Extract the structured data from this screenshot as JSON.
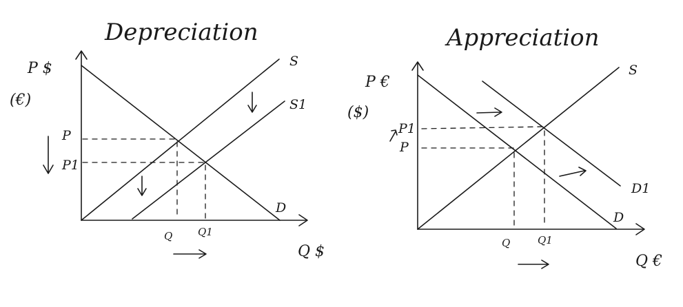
{
  "left_panel": {
    "title": "Depreciation",
    "y_axis_label": "P $",
    "y_axis_sublabel": "(€)",
    "x_axis_label": "Q $",
    "supply_label": "S",
    "supply_shifted_label": "S1",
    "demand_label": "D",
    "price_label": "P",
    "price_new_label": "P1",
    "qty_label": "Q",
    "qty_new_label": "Q1"
  },
  "right_panel": {
    "title": "Appreciation",
    "y_axis_label": "P €",
    "y_axis_sublabel": "($)",
    "x_axis_label": "Q €",
    "supply_label": "S",
    "demand_label": "D",
    "demand_shifted_label": "D1",
    "price_label": "P",
    "price_new_label": "P1",
    "qty_label": "Q",
    "qty_new_label": "Q1"
  }
}
